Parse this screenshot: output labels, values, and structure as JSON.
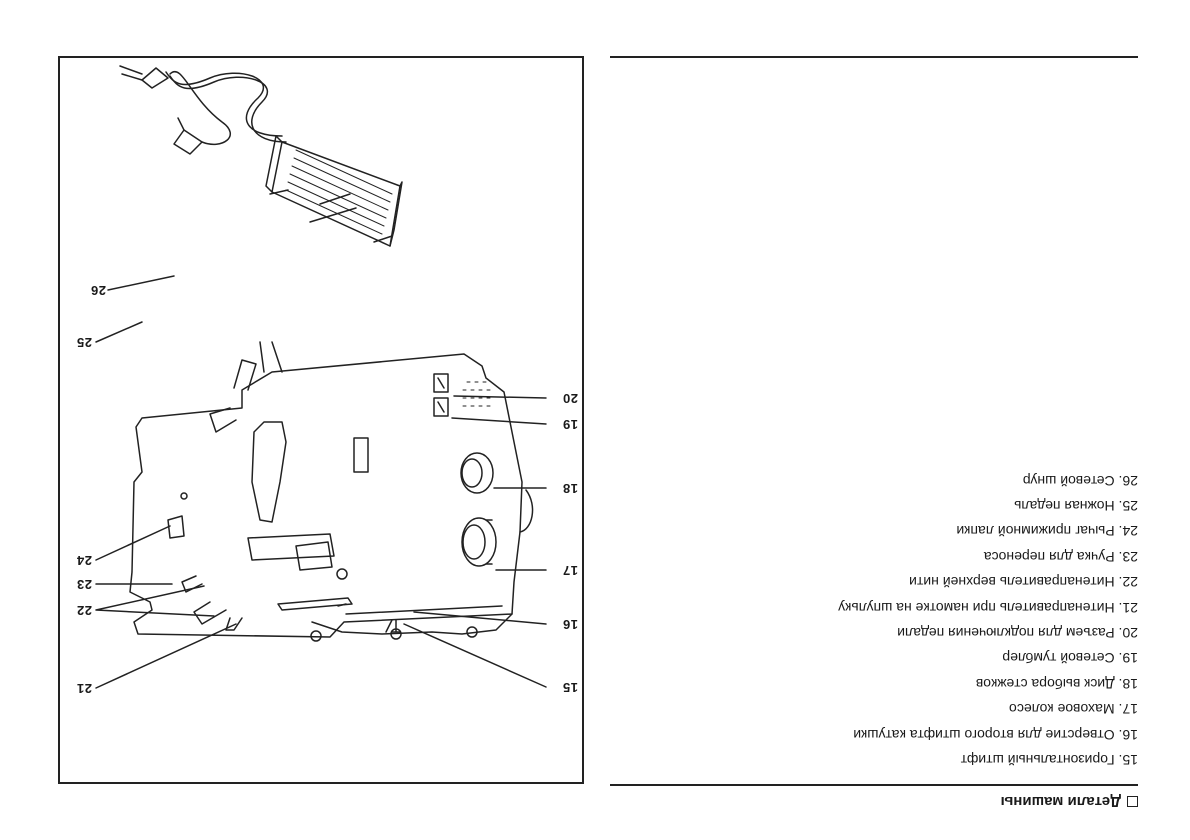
{
  "section": {
    "title": "Детали машины"
  },
  "parts": [
    "15. Горизонтальный штифт",
    "16. Отверстие для второго штифта катушки",
    "17. Маховое колесо",
    "18. Диск выбора стежков",
    "19. Сетевой тумблер",
    "20. Разъем для подключения педали",
    "21. Нитенаправитель при намотке на шпульку",
    "22. Нитенаправитель верхней нити",
    "23. Ручка для переноса",
    "24. Рычаг прижимной лапки",
    "25. Ножная педаль",
    "26. Сетевой шнур"
  ],
  "figure": {
    "callouts": {
      "c15": "15",
      "c16": "16",
      "c17": "17",
      "c18": "18",
      "c19": "19",
      "c20": "20",
      "c21": "21",
      "c22": "22",
      "c23": "23",
      "c24": "24",
      "c25": "25",
      "c26": "26"
    }
  }
}
